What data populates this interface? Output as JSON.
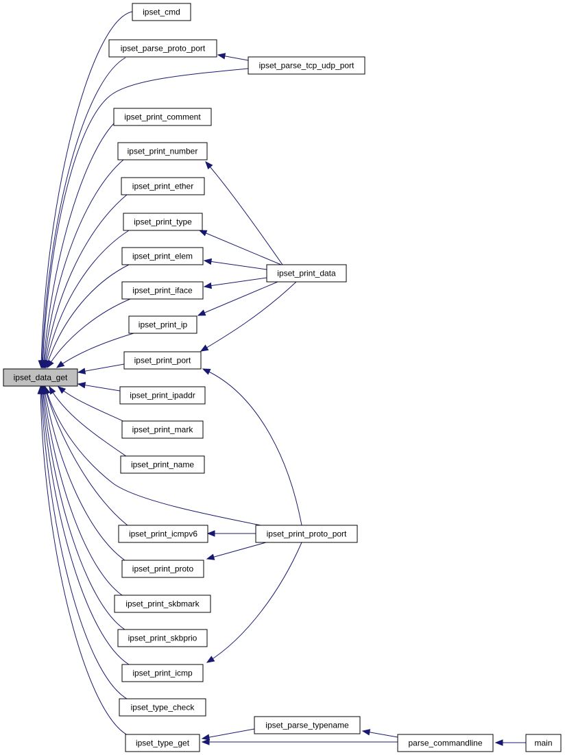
{
  "graph": {
    "edge_color": "#191970",
    "root_fill": "#bfbfbf",
    "nodes": [
      {
        "id": "ipset_data_get",
        "label": "ipset_data_get",
        "root": true
      },
      {
        "id": "ipset_cmd",
        "label": "ipset_cmd"
      },
      {
        "id": "ipset_parse_proto_port",
        "label": "ipset_parse_proto_port"
      },
      {
        "id": "ipset_parse_tcp_udp_port",
        "label": "ipset_parse_tcp_udp_port"
      },
      {
        "id": "ipset_print_comment",
        "label": "ipset_print_comment"
      },
      {
        "id": "ipset_print_number",
        "label": "ipset_print_number"
      },
      {
        "id": "ipset_print_ether",
        "label": "ipset_print_ether"
      },
      {
        "id": "ipset_print_type",
        "label": "ipset_print_type"
      },
      {
        "id": "ipset_print_elem",
        "label": "ipset_print_elem"
      },
      {
        "id": "ipset_print_data",
        "label": "ipset_print_data"
      },
      {
        "id": "ipset_print_iface",
        "label": "ipset_print_iface"
      },
      {
        "id": "ipset_print_ip",
        "label": "ipset_print_ip"
      },
      {
        "id": "ipset_print_port",
        "label": "ipset_print_port"
      },
      {
        "id": "ipset_print_ipaddr",
        "label": "ipset_print_ipaddr"
      },
      {
        "id": "ipset_print_mark",
        "label": "ipset_print_mark"
      },
      {
        "id": "ipset_print_name",
        "label": "ipset_print_name"
      },
      {
        "id": "ipset_print_icmpv6",
        "label": "ipset_print_icmpv6"
      },
      {
        "id": "ipset_print_proto_port",
        "label": "ipset_print_proto_port"
      },
      {
        "id": "ipset_print_proto",
        "label": "ipset_print_proto"
      },
      {
        "id": "ipset_print_skbmark",
        "label": "ipset_print_skbmark"
      },
      {
        "id": "ipset_print_skbprio",
        "label": "ipset_print_skbprio"
      },
      {
        "id": "ipset_print_icmp",
        "label": "ipset_print_icmp"
      },
      {
        "id": "ipset_type_check",
        "label": "ipset_type_check"
      },
      {
        "id": "ipset_type_get",
        "label": "ipset_type_get"
      },
      {
        "id": "ipset_parse_typename",
        "label": "ipset_parse_typename"
      },
      {
        "id": "parse_commandline",
        "label": "parse_commandline"
      },
      {
        "id": "main",
        "label": "main"
      }
    ],
    "edges": [
      {
        "from": "ipset_cmd",
        "to": "ipset_data_get"
      },
      {
        "from": "ipset_parse_proto_port",
        "to": "ipset_data_get"
      },
      {
        "from": "ipset_parse_tcp_udp_port",
        "to": "ipset_data_get"
      },
      {
        "from": "ipset_parse_tcp_udp_port",
        "to": "ipset_parse_proto_port"
      },
      {
        "from": "ipset_print_comment",
        "to": "ipset_data_get"
      },
      {
        "from": "ipset_print_number",
        "to": "ipset_data_get"
      },
      {
        "from": "ipset_print_ether",
        "to": "ipset_data_get"
      },
      {
        "from": "ipset_print_type",
        "to": "ipset_data_get"
      },
      {
        "from": "ipset_print_elem",
        "to": "ipset_data_get"
      },
      {
        "from": "ipset_print_iface",
        "to": "ipset_data_get"
      },
      {
        "from": "ipset_print_ip",
        "to": "ipset_data_get"
      },
      {
        "from": "ipset_print_port",
        "to": "ipset_data_get"
      },
      {
        "from": "ipset_print_ipaddr",
        "to": "ipset_data_get"
      },
      {
        "from": "ipset_print_mark",
        "to": "ipset_data_get"
      },
      {
        "from": "ipset_print_name",
        "to": "ipset_data_get"
      },
      {
        "from": "ipset_print_proto_port",
        "to": "ipset_data_get"
      },
      {
        "from": "ipset_print_icmpv6",
        "to": "ipset_data_get"
      },
      {
        "from": "ipset_print_proto",
        "to": "ipset_data_get"
      },
      {
        "from": "ipset_print_skbmark",
        "to": "ipset_data_get"
      },
      {
        "from": "ipset_print_skbprio",
        "to": "ipset_data_get"
      },
      {
        "from": "ipset_print_icmp",
        "to": "ipset_data_get"
      },
      {
        "from": "ipset_type_check",
        "to": "ipset_data_get"
      },
      {
        "from": "ipset_type_get",
        "to": "ipset_data_get"
      },
      {
        "from": "ipset_print_data",
        "to": "ipset_print_number"
      },
      {
        "from": "ipset_print_data",
        "to": "ipset_print_type"
      },
      {
        "from": "ipset_print_data",
        "to": "ipset_print_elem"
      },
      {
        "from": "ipset_print_data",
        "to": "ipset_print_iface"
      },
      {
        "from": "ipset_print_data",
        "to": "ipset_print_ip"
      },
      {
        "from": "ipset_print_data",
        "to": "ipset_print_port"
      },
      {
        "from": "ipset_print_proto_port",
        "to": "ipset_print_port"
      },
      {
        "from": "ipset_print_proto_port",
        "to": "ipset_print_icmpv6"
      },
      {
        "from": "ipset_print_proto_port",
        "to": "ipset_print_proto"
      },
      {
        "from": "ipset_print_proto_port",
        "to": "ipset_print_icmp"
      },
      {
        "from": "ipset_parse_typename",
        "to": "ipset_type_get"
      },
      {
        "from": "parse_commandline",
        "to": "ipset_type_get"
      },
      {
        "from": "parse_commandline",
        "to": "ipset_parse_typename"
      },
      {
        "from": "main",
        "to": "parse_commandline"
      }
    ]
  }
}
